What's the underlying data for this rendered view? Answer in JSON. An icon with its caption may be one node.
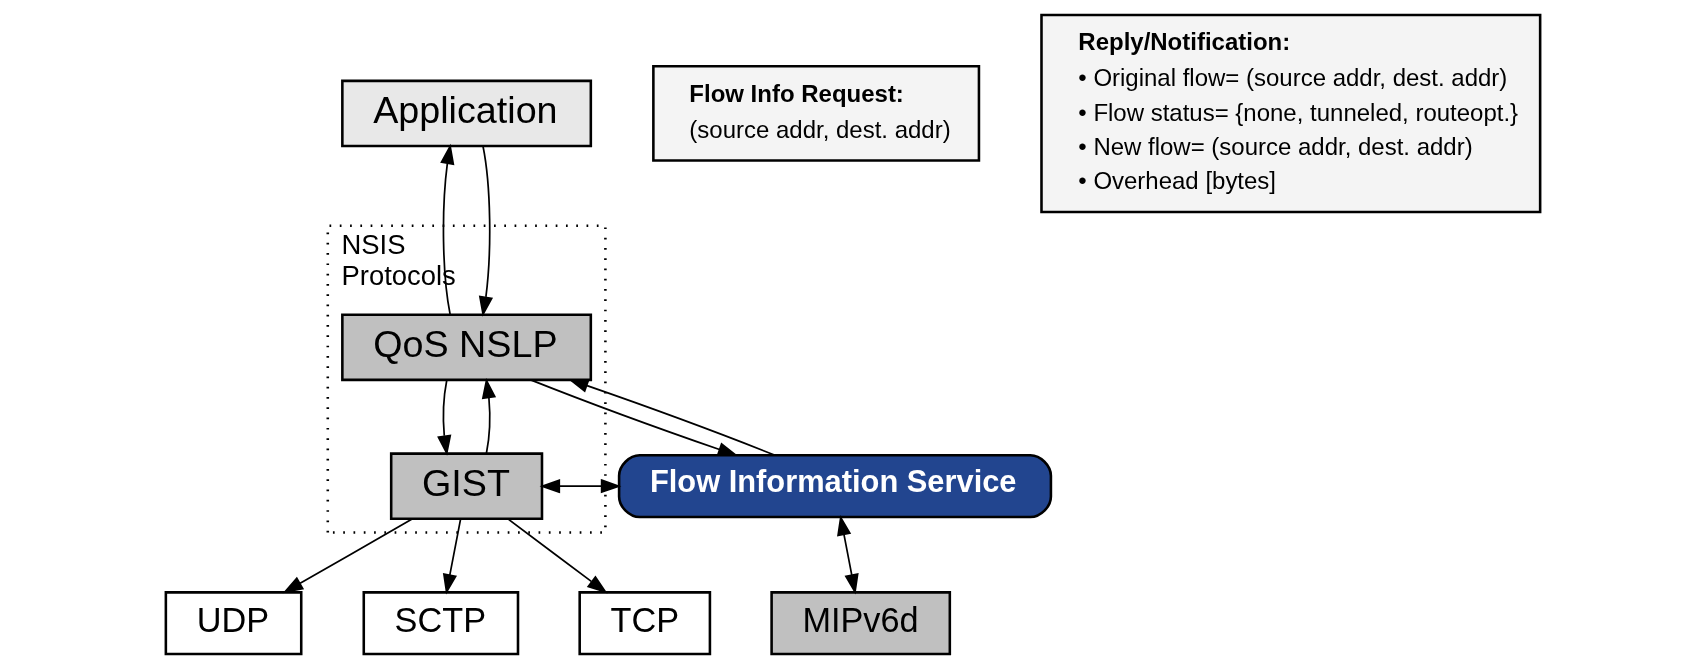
{
  "diagram": {
    "nodes": [
      {
        "text": [
          "Application"
        ]
      },
      {
        "text": [
          "NSIS Protocols"
        ]
      },
      {
        "text": [
          "QoS NSLP"
        ],
        "in": 1
      },
      {
        "text": [
          "GIST"
        ],
        "in": 1
      },
      {
        "text": [
          "Flow Information Service"
        ]
      },
      {
        "text": [
          "UDP"
        ]
      },
      {
        "text": [
          "SCTP"
        ]
      },
      {
        "text": [
          "TCP"
        ]
      },
      {
        "text": [
          "MIPv6d"
        ]
      },
      {
        "text": [
          "Flow Info Request:",
          "(source addr, dest. addr)"
        ]
      },
      {
        "text": [
          "Reply/Notification:",
          "• Original flow= (source addr, dest. addr)",
          "• Flow status= {none, tunneled, routeopt.}",
          "• New flow= (source addr, dest. addr)",
          "• Overhead [bytes]"
        ]
      }
    ],
    "edges": [
      {
        "from": 0,
        "to": 2,
        "arrow": "to"
      },
      {
        "from": 2,
        "to": 0,
        "arrow": "to"
      },
      {
        "from": 2,
        "to": 3,
        "arrow": "to"
      },
      {
        "from": 3,
        "to": 2,
        "arrow": "to"
      },
      {
        "from": 2,
        "to": 4,
        "arrow": "to"
      },
      {
        "from": 4,
        "to": 2,
        "arrow": "to"
      },
      {
        "from": 3,
        "to": 4,
        "arrow": "both"
      },
      {
        "from": 3,
        "to": 5,
        "arrow": "to"
      },
      {
        "from": 3,
        "to": 6,
        "arrow": "to"
      },
      {
        "from": 3,
        "to": 7,
        "arrow": "to"
      },
      {
        "from": 4,
        "to": 8,
        "arrow": "both"
      }
    ]
  }
}
